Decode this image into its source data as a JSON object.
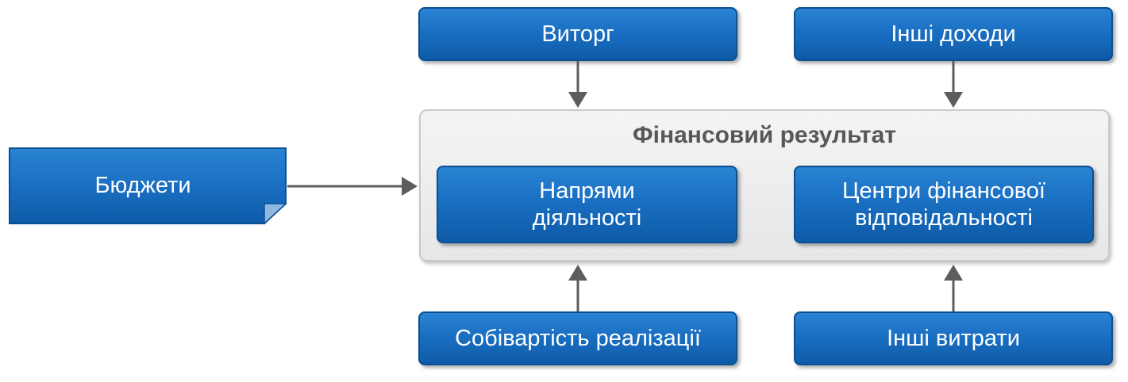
{
  "nodes": {
    "revenue": "Виторг",
    "other_income": "Інші доходи",
    "budgets": "Бюджети",
    "financial_result": "Фінансовий результат",
    "activity_lines": [
      "Напрями",
      "діяльності"
    ],
    "responsibility_centers": [
      "Центри фінансової",
      "відповідальності"
    ],
    "cost_of_sales": "Собівартість реалізації",
    "other_expenses": "Інші витрати"
  },
  "colors": {
    "box_fill": "#1a6fc2",
    "box_border": "#0b4f93",
    "container_fill": "#e6e7e8",
    "arrow": "#5c5d5f"
  }
}
